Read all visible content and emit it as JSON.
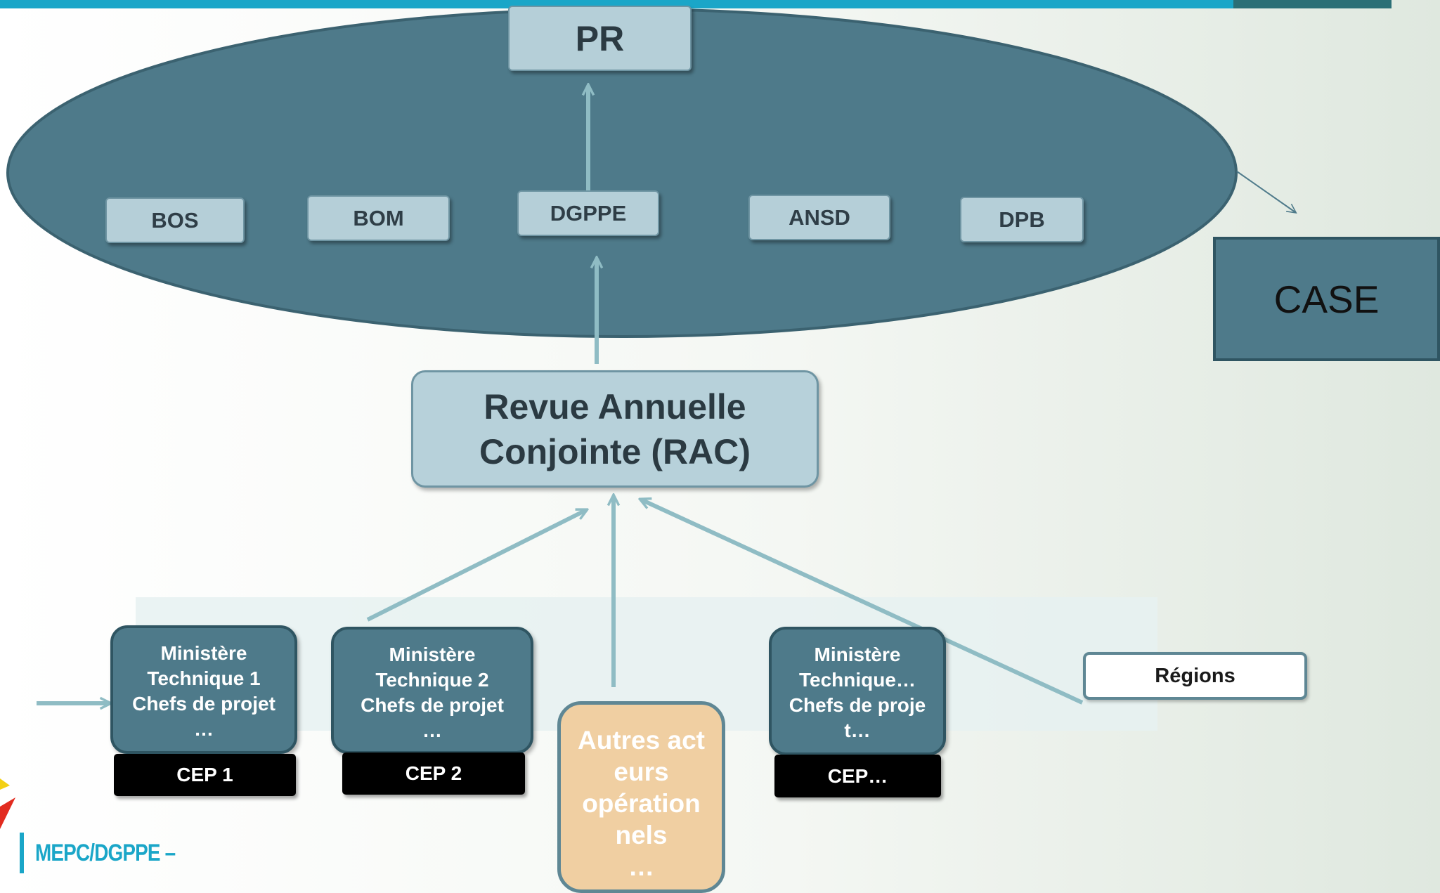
{
  "diagram": {
    "top": {
      "label": "PR"
    },
    "ellipse_nodes": [
      {
        "id": "bos",
        "label": "BOS"
      },
      {
        "id": "bom",
        "label": "BOM"
      },
      {
        "id": "dgppe",
        "label": "DGPPE"
      },
      {
        "id": "ansd",
        "label": "ANSD"
      },
      {
        "id": "dpb",
        "label": "DPB"
      }
    ],
    "case": {
      "label": "CASE"
    },
    "rac": {
      "label": "Revue Annuelle\nConjointe (RAC)"
    },
    "ministries": [
      {
        "id": "mt1",
        "label": "Ministère\nTechnique 1\nChefs de projet\n…",
        "cep": "CEP 1"
      },
      {
        "id": "mt2",
        "label": "Ministère\nTechnique 2\nChefs de projet\n…",
        "cep": "CEP 2"
      },
      {
        "id": "mtn",
        "label": "Ministère\nTechnique…\nChefs de proje\nt…",
        "cep": "CEP…"
      }
    ],
    "autres": {
      "label": "Autres act\neurs\nopération\nnels\n…"
    },
    "regions": {
      "label": "Régions"
    },
    "edges": [
      {
        "from": "DGPPE",
        "to": "PR"
      },
      {
        "from": "RAC",
        "to": "DGPPE"
      },
      {
        "from": "Ministère Technique 2",
        "to": "RAC"
      },
      {
        "from": "Autres acteurs opérationnels",
        "to": "RAC"
      },
      {
        "from": "Régions",
        "to": "RAC"
      },
      {
        "from": "ellipse",
        "to": "CASE"
      },
      {
        "from": "left",
        "to": "Ministère Technique 1"
      }
    ]
  },
  "footer": {
    "text": "MEPC/DGPPE –"
  },
  "colors": {
    "ellipse_fill": "#4e7a8a",
    "light_box": "#b5cfd8",
    "arrow": "#8fbcc4",
    "accent": "#1aa6c8",
    "autres_fill": "#f0cfa2"
  }
}
